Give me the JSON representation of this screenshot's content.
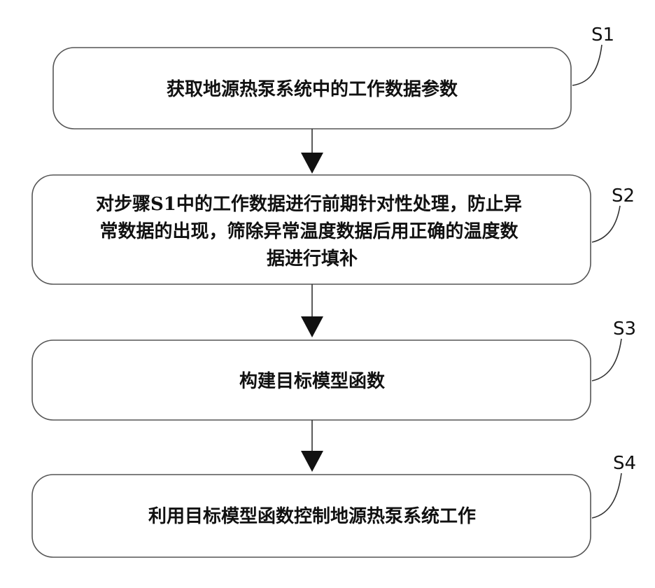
{
  "steps": [
    {
      "label": "S1",
      "lines": [
        "获取地源热泵系统中的工作数据参数"
      ]
    },
    {
      "label": "S2",
      "lines": [
        "对步骤S1中的工作数据进行前期针对性处理，防止异",
        "常数据的出现，筛除异常温度数据后用正确的温度数",
        "据进行填补"
      ]
    },
    {
      "label": "S3",
      "lines": [
        "构建目标模型函数"
      ]
    },
    {
      "label": "S4",
      "lines": [
        "利用目标模型函数控制地源热泵系统工作"
      ]
    }
  ]
}
